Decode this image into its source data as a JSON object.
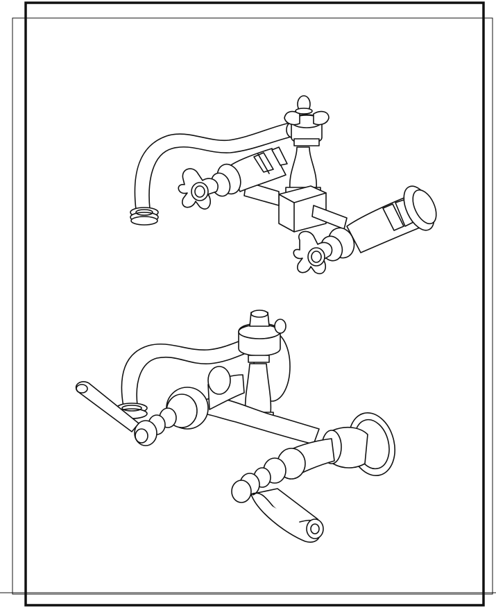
{
  "drawing": {
    "figures": [
      {
        "id": "cross-handle-bridge-faucet",
        "handles": "cross"
      },
      {
        "id": "lever-handle-bridge-faucet",
        "handles": "lever"
      }
    ],
    "line_color": "#111111",
    "background": "#ffffff"
  }
}
